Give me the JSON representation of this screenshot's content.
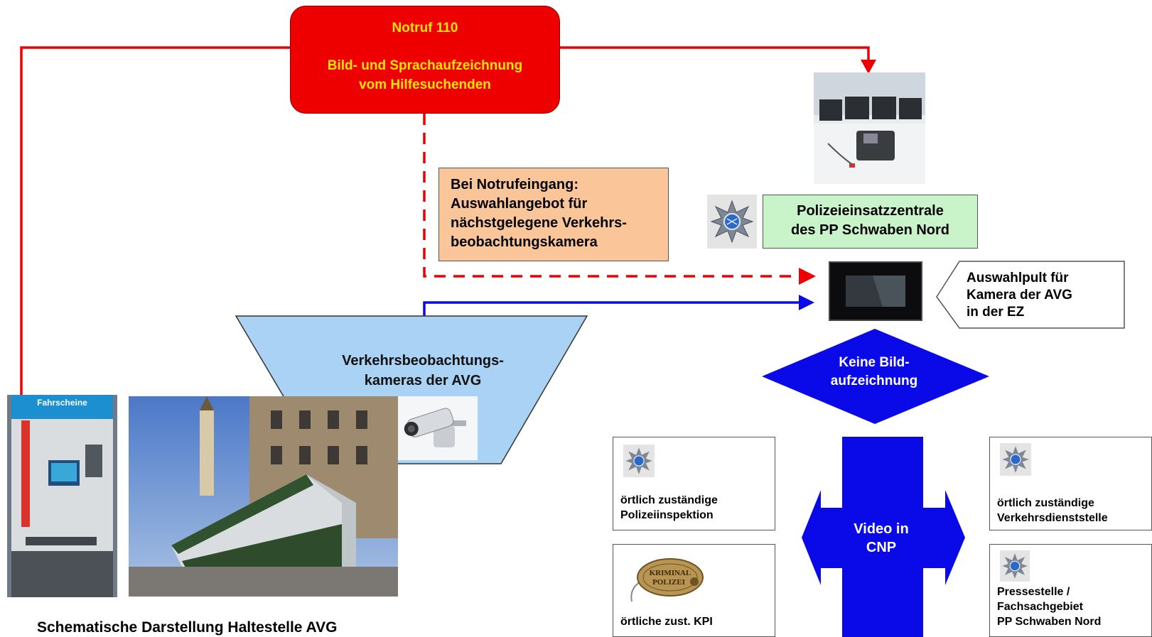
{
  "notruf": {
    "title": "Notruf 110",
    "line1": "Bild- und Sprachaufzeichnung",
    "line2": "vom Hilfesuchenden"
  },
  "info_box": {
    "lines": [
      "Bei Notrufeingang:",
      "Auswahlangebot für",
      "nächstgelegene Verkehrs-",
      "beobachtungskamera"
    ]
  },
  "control_center": {
    "lines": [
      "Polizeieinsatzzentrale",
      "des PP Schwaben Nord"
    ]
  },
  "selector": {
    "lines": [
      "Auswahlpult für",
      "Kamera der AVG",
      "in der EZ"
    ]
  },
  "cameras": {
    "lines": [
      "Verkehrsbeobachtungs-",
      "kameras der AVG"
    ]
  },
  "no_recording": {
    "lines": [
      "Keine Bild-",
      "aufzeichnung"
    ]
  },
  "video": {
    "lines": [
      "Video in",
      "CNP"
    ]
  },
  "recipients": {
    "police_station": [
      "örtlich zuständige",
      "Polizeiinspektion"
    ],
    "kpi": [
      "örtliche zust. KPI"
    ],
    "traffic_station": [
      "örtlich zuständige",
      "Verkehrsdienststelle"
    ],
    "press": [
      "Pressestelle /",
      "Fachsachgebiet",
      "PP Schwaben Nord"
    ]
  },
  "kpi_badge_text": "KRIMINAL POLIZEI",
  "ticket_machine_label": "Fahrscheine",
  "caption": "Schematische Darstellung Haltestelle AVG",
  "colors": {
    "emergency_red": "#ee0000",
    "emergency_text": "#ffe600",
    "camera_blue": "#a9d2f5",
    "network_blue": "#0a0ae8",
    "info_orange": "#fbc59a",
    "center_green": "#c9f4c9"
  },
  "icons": [
    "police-star-icon",
    "camera-icon",
    "monitor-icon",
    "workstation-photo",
    "tram-photo",
    "ticket-machine-photo"
  ]
}
